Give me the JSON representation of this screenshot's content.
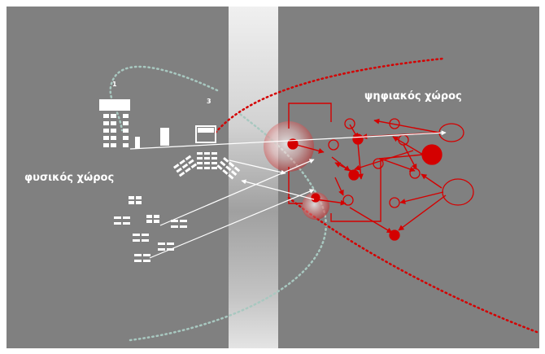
{
  "labels": {
    "physical_space": "φυσικός χώρος",
    "digital_space": "ψηφιακός χώρος",
    "marker_1": "1",
    "marker_3": "3"
  },
  "colors": {
    "background": "#808080",
    "frame": "#ffffff",
    "digital_red": "#d40000",
    "dotted_path": "#a8c8c0",
    "arrow_white": "#ffffff",
    "band_light": "#e6e6e6"
  }
}
